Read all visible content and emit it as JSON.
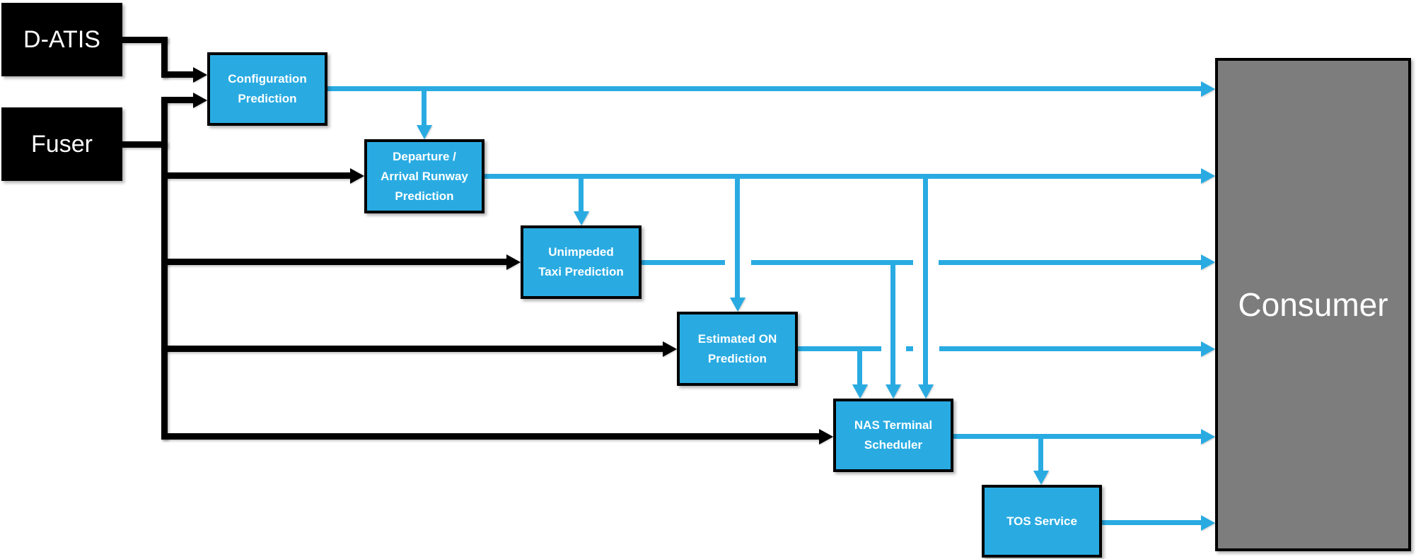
{
  "diagram": {
    "nodes": {
      "datis": {
        "label": "D-ATIS",
        "kind": "data-source"
      },
      "fuser": {
        "label": "Fuser",
        "kind": "data-source"
      },
      "config": {
        "label": "Configuration\nPrediction",
        "kind": "service"
      },
      "runway": {
        "label": "Departure /\nArrival Runway\nPrediction",
        "kind": "service"
      },
      "taxi": {
        "label": "Unimpeded\nTaxi Prediction",
        "kind": "service"
      },
      "eston": {
        "label": "Estimated ON\nPrediction",
        "kind": "service"
      },
      "nas": {
        "label": "NAS Terminal\nScheduler",
        "kind": "service"
      },
      "tos": {
        "label": "TOS Service",
        "kind": "service"
      },
      "consumer": {
        "label": "Consumer",
        "kind": "consumer"
      }
    },
    "edges": [
      {
        "from": "D-ATIS",
        "to": "Configuration Prediction",
        "color": "black"
      },
      {
        "from": "Fuser",
        "to": "Configuration Prediction",
        "color": "black"
      },
      {
        "from": "Fuser",
        "to": "Departure / Arrival Runway Prediction",
        "color": "black"
      },
      {
        "from": "Fuser",
        "to": "Unimpeded Taxi Prediction",
        "color": "black"
      },
      {
        "from": "Fuser",
        "to": "Estimated ON Prediction",
        "color": "black"
      },
      {
        "from": "Fuser",
        "to": "NAS Terminal Scheduler",
        "color": "black"
      },
      {
        "from": "Configuration Prediction",
        "to": "Consumer",
        "color": "blue"
      },
      {
        "from": "Configuration Prediction",
        "to": "Departure / Arrival Runway Prediction",
        "color": "blue"
      },
      {
        "from": "Departure / Arrival Runway Prediction",
        "to": "Consumer",
        "color": "blue"
      },
      {
        "from": "Departure / Arrival Runway Prediction",
        "to": "Unimpeded Taxi Prediction",
        "color": "blue"
      },
      {
        "from": "Departure / Arrival Runway Prediction",
        "to": "Estimated ON Prediction",
        "color": "blue"
      },
      {
        "from": "Departure / Arrival Runway Prediction",
        "to": "NAS Terminal Scheduler",
        "color": "blue"
      },
      {
        "from": "Unimpeded Taxi Prediction",
        "to": "Consumer",
        "color": "blue"
      },
      {
        "from": "Unimpeded Taxi Prediction",
        "to": "NAS Terminal Scheduler",
        "color": "blue"
      },
      {
        "from": "Estimated ON Prediction",
        "to": "Consumer",
        "color": "blue"
      },
      {
        "from": "Estimated ON Prediction",
        "to": "NAS Terminal Scheduler",
        "color": "blue"
      },
      {
        "from": "NAS Terminal Scheduler",
        "to": "Consumer",
        "color": "blue"
      },
      {
        "from": "NAS Terminal Scheduler",
        "to": "TOS Service",
        "color": "blue"
      },
      {
        "from": "TOS Service",
        "to": "Consumer",
        "color": "blue"
      }
    ],
    "colors": {
      "service_blue": "#29ABE2",
      "source_black": "#000000",
      "consumer_gray": "#7D7D7D",
      "background": "#FFFFFF"
    }
  }
}
